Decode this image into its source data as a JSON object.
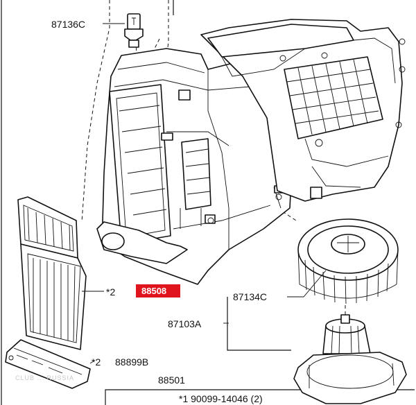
{
  "callouts": {
    "p87136c": "87136C",
    "p87134c": "87134C",
    "p87103a": "87103A",
    "star2_a": "*2",
    "p88508": "88508",
    "star2_b": "*2",
    "p88899b": "88899B",
    "p88501": "88501",
    "screw": "*1  90099-14046 (2)"
  },
  "highlight": {
    "fill": "#e0141c"
  },
  "watermark": "CLUB ... RUSSIA"
}
